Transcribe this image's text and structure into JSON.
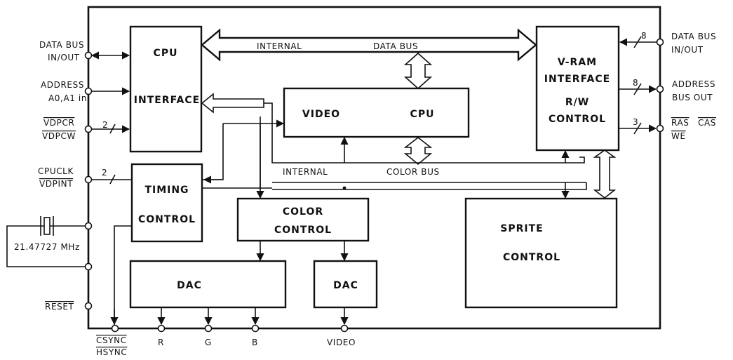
{
  "pins_left": {
    "data_bus": [
      "DATA BUS",
      "IN/OUT"
    ],
    "address": [
      "ADDRESS",
      "A0,A1 in"
    ],
    "vdpcr": "VDPCR",
    "vdpcw": "VDPCW",
    "cpuclk": "CPUCLK",
    "vdpint": "VDPINT",
    "crystal": "21.47727 MHz",
    "reset": "RESET",
    "rw_width": "2",
    "clk_width": "2"
  },
  "pins_right": {
    "data_bus": [
      "DATA BUS",
      "IN/OUT"
    ],
    "address": [
      "ADDRESS",
      "BUS OUT"
    ],
    "ras": "RAS",
    "cas": "CAS",
    "we": "WE",
    "data_width": "8",
    "addr_width": "8",
    "ctrl_width": "3"
  },
  "pins_bottom": {
    "csync": "CSYNC",
    "hsync": "HSYNC",
    "r": "R",
    "g": "G",
    "b": "B",
    "video": "VIDEO"
  },
  "blocks": {
    "cpu_interface": [
      "CPU",
      "INTERFACE"
    ],
    "vram_interface": [
      "V-RAM",
      "INTERFACE",
      "R/W",
      "CONTROL"
    ],
    "video_cpu": [
      "VIDEO",
      "CPU"
    ],
    "timing_control": [
      "TIMING",
      "CONTROL"
    ],
    "color_control": [
      "COLOR",
      "CONTROL"
    ],
    "sprite_control": [
      "SPRITE",
      "CONTROL"
    ],
    "dac_rgb": "DAC",
    "dac_video": "DAC"
  },
  "buses": {
    "internal_data": [
      "INTERNAL",
      "DATA BUS"
    ],
    "internal_color": [
      "INTERNAL",
      "COLOR BUS"
    ]
  }
}
